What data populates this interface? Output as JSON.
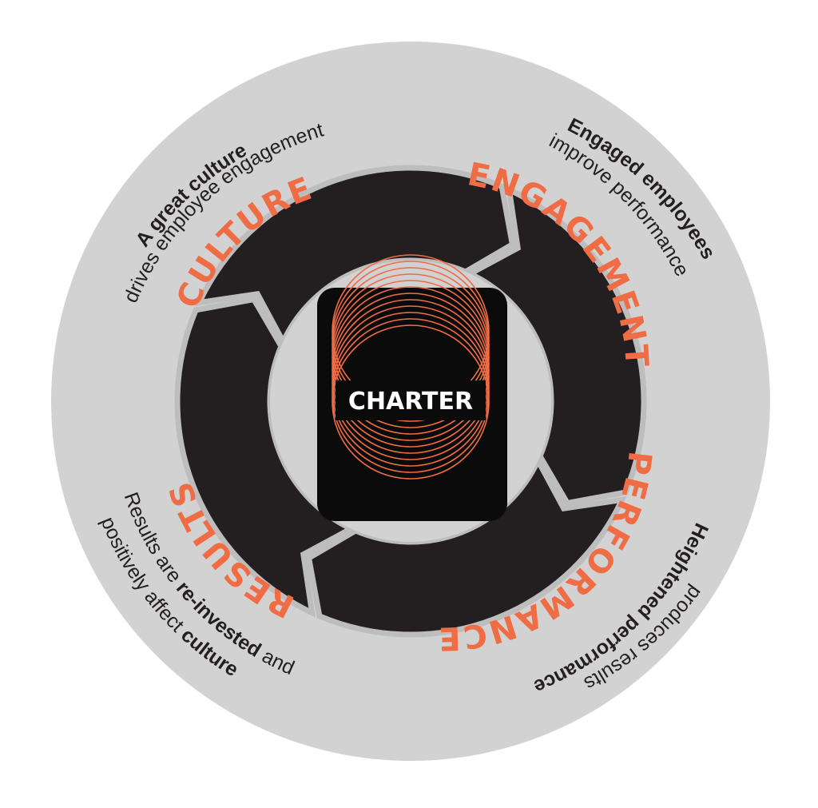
{
  "colors": {
    "outer_disc": "#d2d2d2",
    "inner_disc": "#d2d2d2",
    "ring": "#231f20",
    "ring_gap": "#bdbdbd",
    "accent": "#ef6c45",
    "logo_bg": "#0b0b0b",
    "logo_text": "#ffffff",
    "desc_text": "#231f20"
  },
  "cycle": {
    "segments": [
      {
        "label": "CULTURE"
      },
      {
        "label": "ENGAGEMENT"
      },
      {
        "label": "PERFORMANCE"
      },
      {
        "label": "RESULTS"
      }
    ],
    "descriptions": [
      {
        "lines": [
          [
            {
              "t": "A great culture",
              "b": true
            }
          ],
          [
            {
              "t": "drives employee engagement",
              "b": false
            }
          ]
        ]
      },
      {
        "lines": [
          [
            {
              "t": "Engaged employees",
              "b": true
            }
          ],
          [
            {
              "t": "improve performance",
              "b": false
            }
          ]
        ]
      },
      {
        "lines": [
          [
            {
              "t": "Heightened performance",
              "b": true
            }
          ],
          [
            {
              "t": "produces results",
              "b": false
            }
          ]
        ]
      },
      {
        "lines": [
          [
            {
              "t": "Results are ",
              "b": false
            },
            {
              "t": "re-invested",
              "b": true
            },
            {
              "t": " and",
              "b": false
            }
          ],
          [
            {
              "t": "positively affect ",
              "b": false
            },
            {
              "t": "culture",
              "b": true
            }
          ]
        ]
      }
    ]
  },
  "logo": {
    "brand": "CHARTER",
    "icon": "concentric-rings-icon"
  }
}
